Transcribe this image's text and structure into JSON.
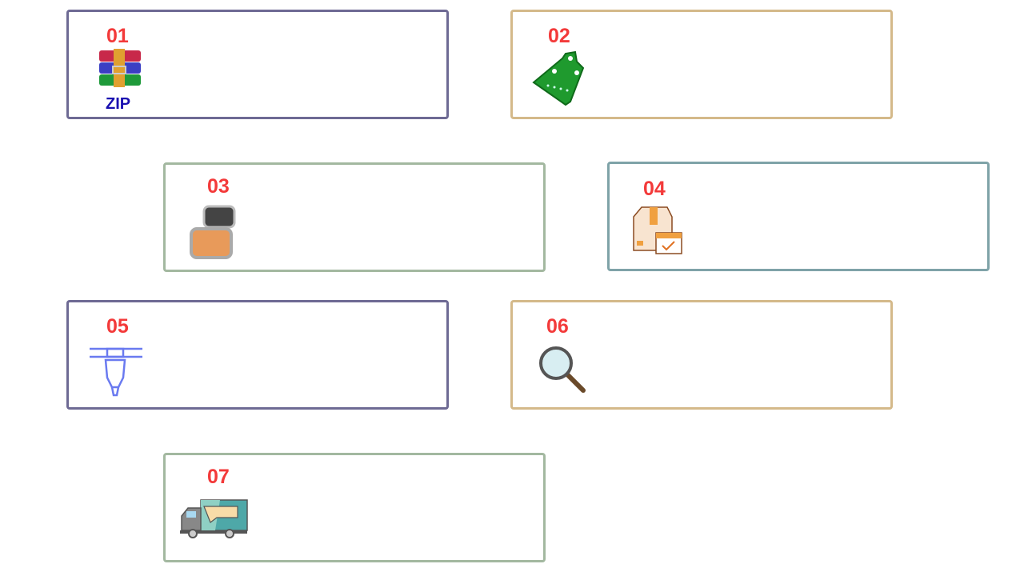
{
  "colors": {
    "number": "#f33a3a",
    "purple": "#6e6a94",
    "tan": "#d4b98a",
    "sage": "#a3b8a0",
    "teal": "#7fa3a8"
  },
  "cards": [
    {
      "number": "01",
      "icon": "zip-archive-icon",
      "icon_label": "ZIP"
    },
    {
      "number": "02",
      "icon": "pcb-board-icon"
    },
    {
      "number": "03",
      "icon": "smd-components-icon"
    },
    {
      "number": "04",
      "icon": "package-calendar-icon"
    },
    {
      "number": "05",
      "icon": "nozzle-icon"
    },
    {
      "number": "06",
      "icon": "magnifier-icon"
    },
    {
      "number": "07",
      "icon": "delivery-truck-icon"
    }
  ]
}
